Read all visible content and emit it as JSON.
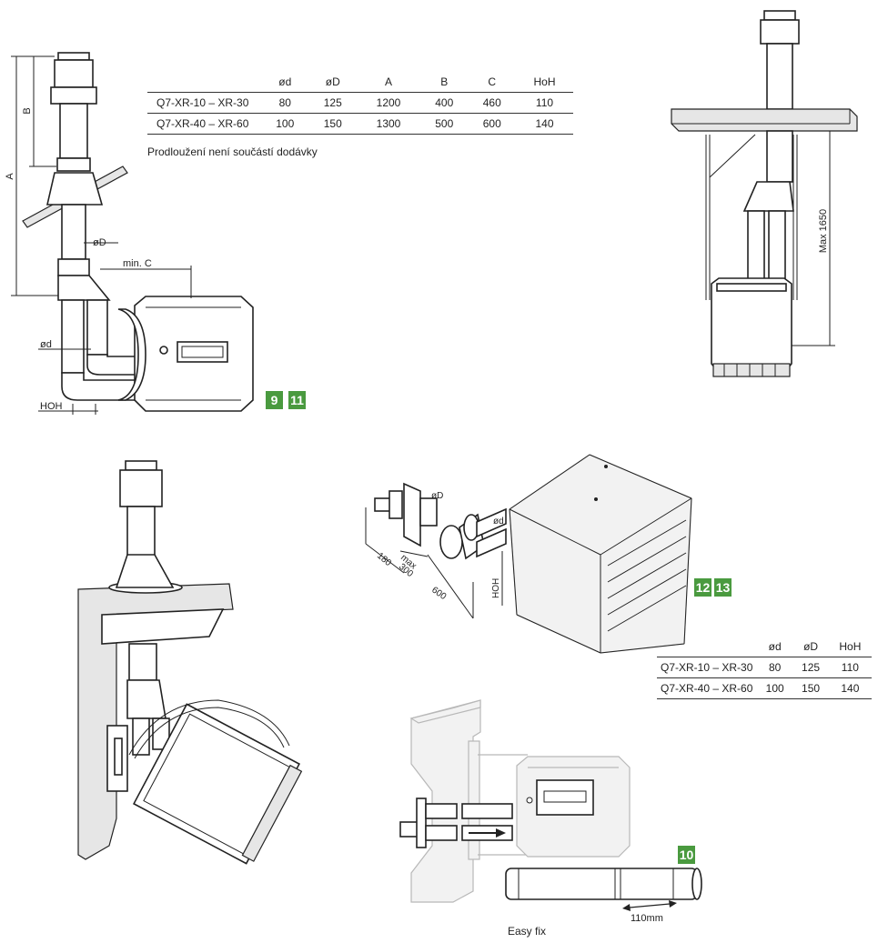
{
  "table_top": {
    "headers": [
      "",
      "ød",
      "øD",
      "A",
      "B",
      "C",
      "HoH"
    ],
    "rows": [
      [
        "Q7-XR-10 – XR-30",
        "80",
        "125",
        "1200",
        "400",
        "460",
        "110"
      ],
      [
        "Q7-XR-40 – XR-60",
        "100",
        "150",
        "1300",
        "500",
        "600",
        "140"
      ]
    ]
  },
  "note_extension": "Prodloužení není součástí dodávky",
  "table_mid": {
    "headers": [
      "",
      "ød",
      "øD",
      "HoH"
    ],
    "rows": [
      [
        "Q7-XR-10 – XR-30",
        "80",
        "125",
        "110"
      ],
      [
        "Q7-XR-40 – XR-60",
        "100",
        "150",
        "140"
      ]
    ]
  },
  "badges": {
    "b9": "9",
    "b11": "11",
    "b12": "12",
    "b13": "13",
    "b10": "10"
  },
  "dimension_labels": {
    "a": "A",
    "b": "B",
    "od_upper": "øD",
    "min_c": "min. C",
    "od_lower": "ød",
    "hoh_left": "HOH",
    "max_1650": "Max 1650",
    "od_wall": "øD",
    "od_unit": "ød",
    "d180": "180",
    "max": "max",
    "d300": "300",
    "d600": "600",
    "hoh_wall": "HOH"
  },
  "easy_fix": "Easy fix",
  "dim_110": "110mm",
  "colors": {
    "badge": "#4a9a3f",
    "line": "#222222"
  }
}
